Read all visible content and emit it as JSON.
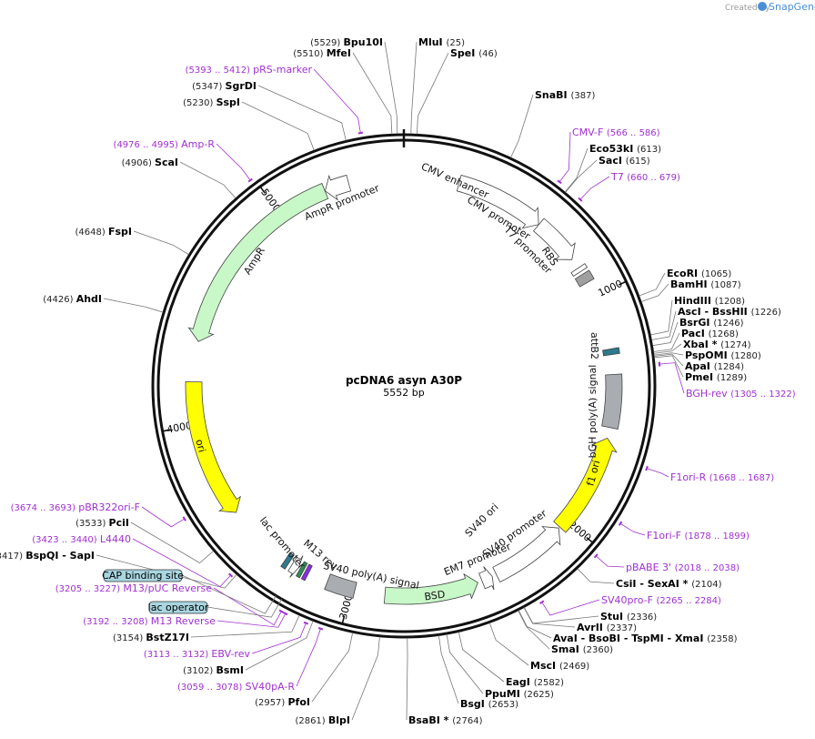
{
  "credit": {
    "created_by": "Created by",
    "brand": "SnapGene"
  },
  "plasmid": {
    "name": "pcDNA6 asyn A30P",
    "size_label": "5552 bp",
    "length": 5552
  },
  "ticks": [
    {
      "bp": 1000,
      "label": "1000"
    },
    {
      "bp": 2000,
      "label": "2000"
    },
    {
      "bp": 3000,
      "label": "3000"
    },
    {
      "bp": 4000,
      "label": "4000"
    },
    {
      "bp": 5000,
      "label": "5000"
    }
  ],
  "enzymes": [
    {
      "name": "Bpu10I",
      "pos": "(5529)",
      "bp": 5529
    },
    {
      "name": "MfeI",
      "pos": "(5510)",
      "bp": 5510
    },
    {
      "name": "MluI",
      "pos": "(25)",
      "bp": 25
    },
    {
      "name": "SpeI",
      "pos": "(46)",
      "bp": 46
    },
    {
      "name": "SgrDI",
      "pos": "(5347)",
      "bp": 5347
    },
    {
      "name": "SspI",
      "pos": "(5230)",
      "bp": 5230
    },
    {
      "name": "SnaBI",
      "pos": "(387)",
      "bp": 387
    },
    {
      "name": "Eco53kI",
      "pos": "(613)",
      "bp": 613
    },
    {
      "name": "SacI",
      "pos": "(615)",
      "bp": 615
    },
    {
      "name": "ScaI",
      "pos": "(4906)",
      "bp": 4906
    },
    {
      "name": "FspI",
      "pos": "(4648)",
      "bp": 4648
    },
    {
      "name": "AhdI",
      "pos": "(4426)",
      "bp": 4426
    },
    {
      "name": "EcoRI",
      "pos": "(1065)",
      "bp": 1065
    },
    {
      "name": "BamHI",
      "pos": "(1087)",
      "bp": 1087
    },
    {
      "name": "HindIII",
      "pos": "(1208)",
      "bp": 1208
    },
    {
      "name": "AscI  -  BssHII",
      "pos": "(1226)",
      "bp": 1226
    },
    {
      "name": "BsrGI",
      "pos": "(1246)",
      "bp": 1246
    },
    {
      "name": "PacI",
      "pos": "(1268)",
      "bp": 1268
    },
    {
      "name": "XbaI *",
      "pos": "(1274)",
      "bp": 1274
    },
    {
      "name": "PspOMI",
      "pos": "(1280)",
      "bp": 1280
    },
    {
      "name": "ApaI",
      "pos": "(1284)",
      "bp": 1284
    },
    {
      "name": "PmeI",
      "pos": "(1289)",
      "bp": 1289
    },
    {
      "name": "CsiI  -  SexAI *",
      "pos": "(2104)",
      "bp": 2104
    },
    {
      "name": "StuI",
      "pos": "(2336)",
      "bp": 2336
    },
    {
      "name": "AvrII",
      "pos": "(2337)",
      "bp": 2337
    },
    {
      "name": "AvaI  -  BsoBI  -  TspMI  -  XmaI",
      "pos": "(2358)",
      "bp": 2358
    },
    {
      "name": "SmaI",
      "pos": "(2360)",
      "bp": 2360
    },
    {
      "name": "MscI",
      "pos": "(2469)",
      "bp": 2469
    },
    {
      "name": "EagI",
      "pos": "(2582)",
      "bp": 2582
    },
    {
      "name": "PpuMI",
      "pos": "(2625)",
      "bp": 2625
    },
    {
      "name": "BsgI",
      "pos": "(2653)",
      "bp": 2653
    },
    {
      "name": "BsaBI *",
      "pos": "(2764)",
      "bp": 2764
    },
    {
      "name": "BlpI",
      "pos": "(2861)",
      "bp": 2861
    },
    {
      "name": "PfoI",
      "pos": "(2957)",
      "bp": 2957
    },
    {
      "name": "BsmI",
      "pos": "(3102)",
      "bp": 3102
    },
    {
      "name": "BstZ17I",
      "pos": "(3154)",
      "bp": 3154
    },
    {
      "name": "BspQI  -  SapI",
      "pos": "(3417)",
      "bp": 3417
    },
    {
      "name": "PciI",
      "pos": "(3533)",
      "bp": 3533
    }
  ],
  "primers": [
    {
      "name": "pRS-marker",
      "pos": "(5393 .. 5412)",
      "bp": 5402
    },
    {
      "name": "Amp-R",
      "pos": "(4976 .. 4995)",
      "bp": 4985
    },
    {
      "name": "CMV-F",
      "pos": "(566 .. 586)",
      "bp": 576
    },
    {
      "name": "T7",
      "pos": "(660 .. 679)",
      "bp": 670
    },
    {
      "name": "BGH-rev",
      "pos": "(1305 .. 1322)",
      "bp": 1313
    },
    {
      "name": "F1ori-R",
      "pos": "(1668 .. 1687)",
      "bp": 1677
    },
    {
      "name": "F1ori-F",
      "pos": "(1878 .. 1899)",
      "bp": 1888
    },
    {
      "name": "pBABE 3'",
      "pos": "(2018 .. 2038)",
      "bp": 2028
    },
    {
      "name": "SV40pro-F",
      "pos": "(2265 .. 2284)",
      "bp": 2274
    },
    {
      "name": "pBR322ori-F",
      "pos": "(3674 .. 3693)",
      "bp": 3683
    },
    {
      "name": "L4440",
      "pos": "(3423 .. 3440)",
      "bp": 3431
    },
    {
      "name": "M13/pUC Reverse",
      "pos": "(3205 .. 3227)",
      "bp": 3216
    },
    {
      "name": "M13 Reverse",
      "pos": "(3192 .. 3208)",
      "bp": 3200
    },
    {
      "name": "EBV-rev",
      "pos": "(3113 .. 3132)",
      "bp": 3122
    },
    {
      "name": "SV40pA-R",
      "pos": "(3059 .. 3078)",
      "bp": 3068
    }
  ],
  "boxed_features": [
    {
      "name": "CAP binding site",
      "bp": 3260
    },
    {
      "name": "lac operator",
      "bp": 3236
    }
  ],
  "features": [
    {
      "name": "CMV enhancer",
      "start": 235,
      "end": 615,
      "color": "#ffffff",
      "dir": 1
    },
    {
      "name": "CMV promoter",
      "start": 616,
      "end": 819,
      "color": "#ffffff",
      "dir": 1
    },
    {
      "name": "T7 promoter",
      "start": 863,
      "end": 881,
      "color": "#ffffff",
      "dir": 1
    },
    {
      "name": "RBS",
      "start": 895,
      "end": 935,
      "color": "#a0a0a0",
      "dir": 0
    },
    {
      "name": "attB2",
      "start": 1232,
      "end": 1256,
      "color": "#2c7a8c",
      "dir": -1
    },
    {
      "name": "bGH poly(A) signal",
      "start": 1340,
      "end": 1564,
      "color": "#a9adb2",
      "dir": 0
    },
    {
      "name": "f1 ori",
      "start": 1610,
      "end": 2038,
      "color": "#ffff00",
      "dir": -1
    },
    {
      "name": "SV40 promoter",
      "start": 2044,
      "end": 2373,
      "color": "#ffffff",
      "dir": -1
    },
    {
      "name": "EM7 promoter",
      "start": 2392,
      "end": 2439,
      "color": "#ffffff",
      "dir": -1
    },
    {
      "name": "BSD",
      "start": 2458,
      "end": 2856,
      "color": "#c8f7c8",
      "dir": -1
    },
    {
      "name": "SV40 poly(A) signal",
      "start": 2984,
      "end": 3105,
      "color": "#a9adb2",
      "dir": 0
    },
    {
      "name": "M13 rev",
      "start": 3192,
      "end": 3208,
      "color": "#8a2be2",
      "dir": -1
    },
    {
      "name": "lac operator",
      "start": 3216,
      "end": 3232,
      "color": "#2e8b57",
      "dir": 0
    },
    {
      "name": "lac promoter",
      "start": 3240,
      "end": 3270,
      "color": "#ffffff",
      "dir": -1
    },
    {
      "name": "CAP binding site",
      "start": 3285,
      "end": 3305,
      "color": "#2c7a8c",
      "dir": 0
    },
    {
      "name": "ori",
      "start": 3593,
      "end": 4181,
      "color": "#ffff00",
      "dir": -1
    },
    {
      "name": "AmpR",
      "start": 4352,
      "end": 5212,
      "color": "#c8f7c8",
      "dir": -1
    },
    {
      "name": "AmpR promoter",
      "start": 5213,
      "end": 5317,
      "color": "#ffffff",
      "dir": -1
    }
  ],
  "feature_labels": [
    {
      "name": "CMV enhancer"
    },
    {
      "name": "CMV promoter"
    },
    {
      "name": "T7 promoter"
    },
    {
      "name": "RBS"
    },
    {
      "name": "attB2"
    },
    {
      "name": "bGH poly(A) signal"
    },
    {
      "name": "f1 ori"
    },
    {
      "name": "SV40 ori"
    },
    {
      "name": "SV40 promoter"
    },
    {
      "name": "EM7 promoter"
    },
    {
      "name": "BSD"
    },
    {
      "name": "SV40 poly(A) signal"
    },
    {
      "name": "M13 rev"
    },
    {
      "name": "lac promoter"
    },
    {
      "name": "ori"
    },
    {
      "name": "AmpR"
    },
    {
      "name": "AmpR promoter"
    }
  ]
}
